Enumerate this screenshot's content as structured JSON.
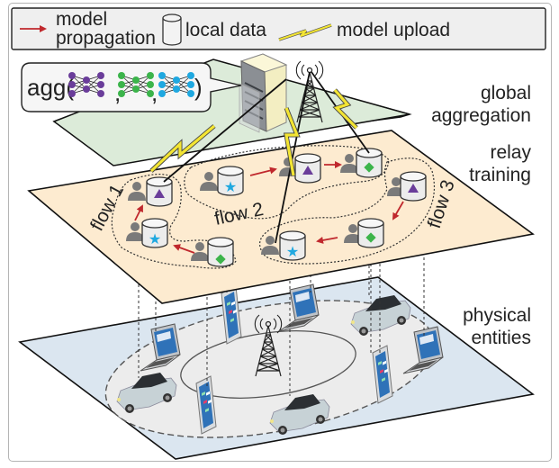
{
  "legend": {
    "items": [
      {
        "icon": "red-arrow-icon",
        "line1": "model",
        "line2": "propagation"
      },
      {
        "icon": "cylinder-icon",
        "label": "local data"
      },
      {
        "icon": "lightning-icon",
        "label": "model upload"
      }
    ]
  },
  "layers": {
    "global": {
      "line1": "global",
      "line2": "aggregation",
      "color": "#dcebd9"
    },
    "relay": {
      "line1": "relay",
      "line2": "training",
      "color": "#fdebd0"
    },
    "physical": {
      "line1": "physical",
      "line2": "entities",
      "color": "#dbe6f0"
    }
  },
  "aggregation": {
    "prefix": "agg(",
    "separator": ",",
    "suffix": ")",
    "networks": [
      {
        "name": "purple-network",
        "color": "#6a3d9a"
      },
      {
        "name": "green-network",
        "color": "#3cb44b"
      },
      {
        "name": "cyan-network",
        "color": "#1fa8e0"
      }
    ]
  },
  "flows": [
    {
      "label": "flow 1"
    },
    {
      "label": "flow 2"
    },
    {
      "label": "flow 3"
    }
  ],
  "colors": {
    "arrow": "#c0282d",
    "lightning": "#f3e533",
    "triangle": "#6a3d9a",
    "diamond": "#3cb44b",
    "star": "#1fa8e0",
    "person": "#7a7a7a"
  }
}
